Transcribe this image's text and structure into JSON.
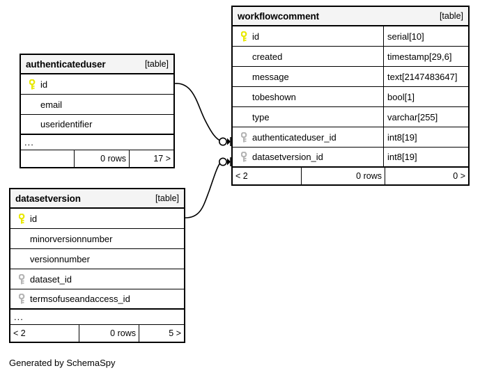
{
  "diagram": {
    "caption": "Generated by SchemaSpy",
    "kind_label": "[table]",
    "ellipsis": "...",
    "colors": {
      "primary_key_icon": "#e8e800",
      "foreign_key_icon": "#b5b5b5",
      "header_background": "#f4f4f4",
      "border": "#000000",
      "background": "#ffffff",
      "text": "#000000"
    }
  },
  "tables": [
    {
      "id": "workflowcomment",
      "name": "workflowcomment",
      "kind": "[table]",
      "has_more_columns": false,
      "columns": [
        {
          "name": "id",
          "type": "serial[10]",
          "key": "primary"
        },
        {
          "name": "created",
          "type": "timestamp[29,6]",
          "key": "none"
        },
        {
          "name": "message",
          "type": "text[2147483647]",
          "key": "none"
        },
        {
          "name": "tobeshown",
          "type": "bool[1]",
          "key": "none"
        },
        {
          "name": "type",
          "type": "varchar[255]",
          "key": "none"
        },
        {
          "name": "authenticateduser_id",
          "type": "int8[19]",
          "key": "foreign"
        },
        {
          "name": "datasetversion_id",
          "type": "int8[19]",
          "key": "foreign"
        }
      ],
      "footer": {
        "left": "< 2",
        "center": "0 rows",
        "right": "0 >"
      }
    },
    {
      "id": "authenticateduser",
      "name": "authenticateduser",
      "kind": "[table]",
      "has_more_columns": true,
      "columns": [
        {
          "name": "id",
          "type": "",
          "key": "primary"
        },
        {
          "name": "email",
          "type": "",
          "key": "none"
        },
        {
          "name": "useridentifier",
          "type": "",
          "key": "none"
        }
      ],
      "footer": {
        "left": "",
        "center": "0 rows",
        "right": "17 >"
      }
    },
    {
      "id": "datasetversion",
      "name": "datasetversion",
      "kind": "[table]",
      "has_more_columns": true,
      "columns": [
        {
          "name": "id",
          "type": "",
          "key": "primary"
        },
        {
          "name": "minorversionnumber",
          "type": "",
          "key": "none"
        },
        {
          "name": "versionnumber",
          "type": "",
          "key": "none"
        },
        {
          "name": "dataset_id",
          "type": "",
          "key": "foreign"
        },
        {
          "name": "termsofuseandaccess_id",
          "type": "",
          "key": "foreign"
        }
      ],
      "footer": {
        "left": "< 2",
        "center": "0 rows",
        "right": "5 >"
      }
    }
  ],
  "relationships": [
    {
      "id": "authenticateduser-to-workflowcomment",
      "from_table": "authenticateduser",
      "from_column": "id",
      "to_table": "workflowcomment",
      "to_column": "authenticateduser_id"
    },
    {
      "id": "datasetversion-to-workflowcomment",
      "from_table": "datasetversion",
      "from_column": "id",
      "to_table": "workflowcomment",
      "to_column": "datasetversion_id"
    }
  ]
}
